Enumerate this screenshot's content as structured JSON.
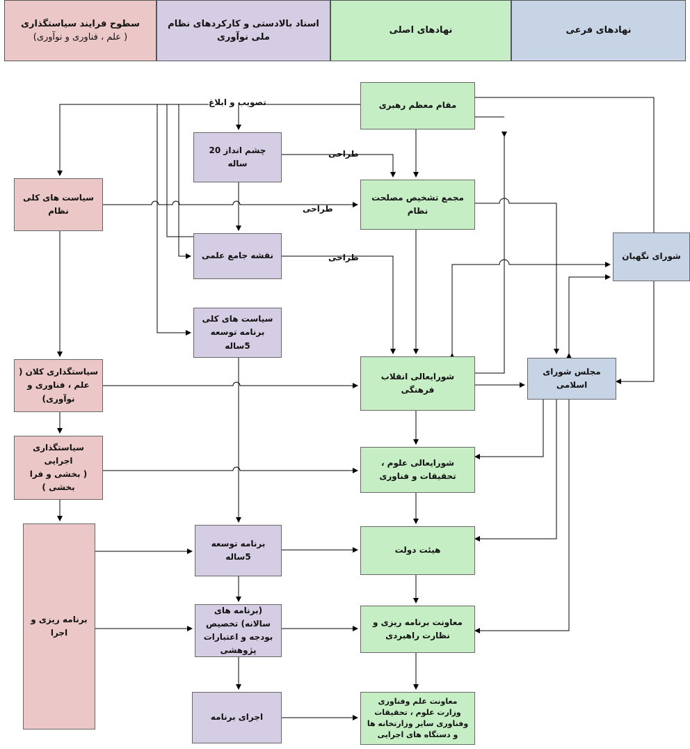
{
  "header": {
    "levels": "سطوح فرایند سیاستگذاری",
    "levels_sub": "( علم ، فناوری و نوآوری)",
    "documents": "اسناد بالادستی و کارکردهای نظام ملی نوآوری",
    "main_institutions": "نهادهای اصلی",
    "sub_institutions": "نهادهای فرعی"
  },
  "levels": {
    "general_policies": "سیاست های کلی نظام",
    "macro_policy": "سیاستگذاری کلان ( علم ، فناوری و نوآوری)",
    "executive_policy": "سیاستگذاری اجرایی",
    "executive_policy_sub": "( بخشی و فرا بخشی )",
    "planning": "برنامه ریزی و اجرا"
  },
  "documents": {
    "vision": "چشم انداز 20 ساله",
    "science_map": "نقشه جامع علمی",
    "five_year_policies": "سیاست های کلی برنامه توسعه 5ساله",
    "five_year_plan": "برنامه توسعه 5ساله",
    "annual_plans": "(برنامه های سالانه) تخصیص بودجه و اعتبارات پژوهشی",
    "execution": "اجرای برنامه"
  },
  "main": {
    "leader": "مقام معظم رهبری",
    "expediency": "مجمع تشخیص مصلحت نظام",
    "cultural_council": "شورایعالی انقلاب فرهنگی",
    "science_council": "شورایعالی علوم ، تحقیقات و فناوری",
    "cabinet": "هیئت دولت",
    "planning_deputy": "معاونت برنامه ریزی و نظارت راهبردی",
    "ministries": "معاونت علم وفناوری وزارت علوم ، تحقیقات وفناوری سایر وزارتخانه ها و دستگاه های اجرایی"
  },
  "sub": {
    "guardian": "شورای نگهبان",
    "parliament": "مجلس شورای اسلامی"
  },
  "labels": {
    "approval": "تصویب و ابلاغ",
    "design1": "طراحی",
    "design2": "طراحی",
    "design3": "طراحی"
  },
  "colors": {
    "pink": "#ebc8c7",
    "purple": "#d5cde4",
    "green": "#c5eec5",
    "blue": "#c6d4e5"
  }
}
